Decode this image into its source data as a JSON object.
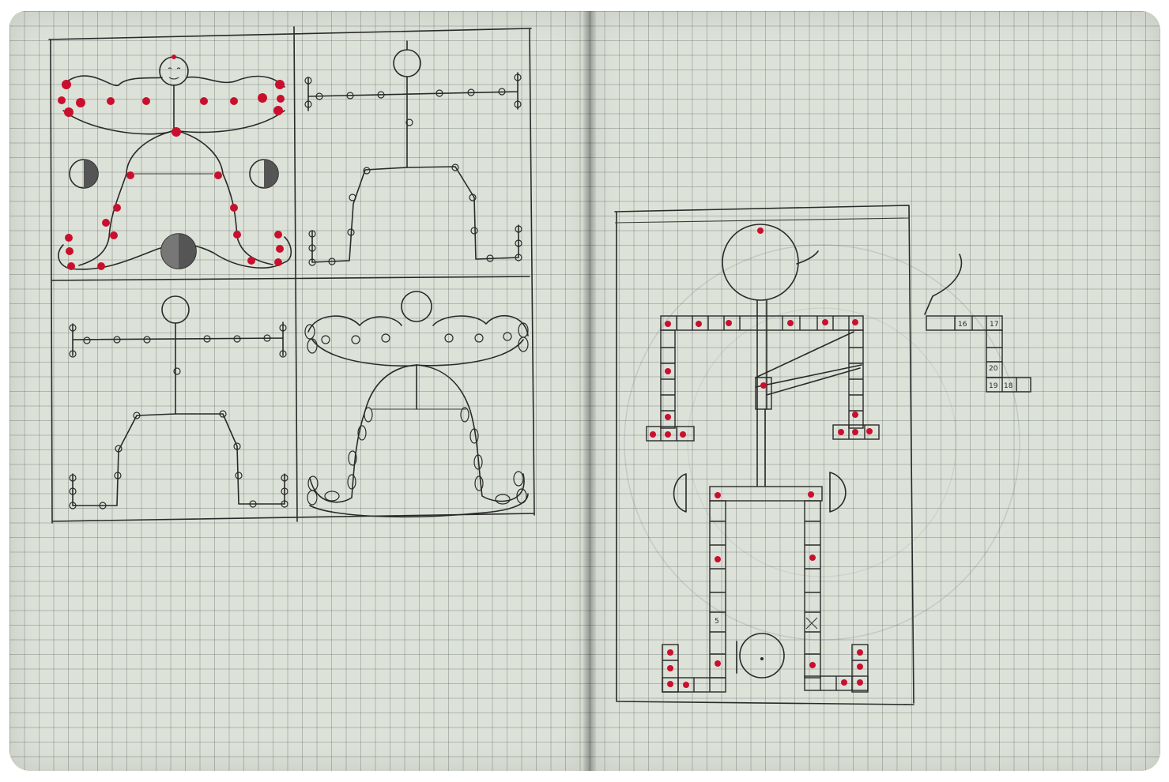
{
  "notebook": {
    "cell_numbers": [
      "16",
      "17",
      "20",
      "19",
      "18",
      "5"
    ],
    "colors": {
      "paper": "#dde2d8",
      "ink": "#2a2a2a",
      "dot_red": "#c8102e"
    }
  }
}
